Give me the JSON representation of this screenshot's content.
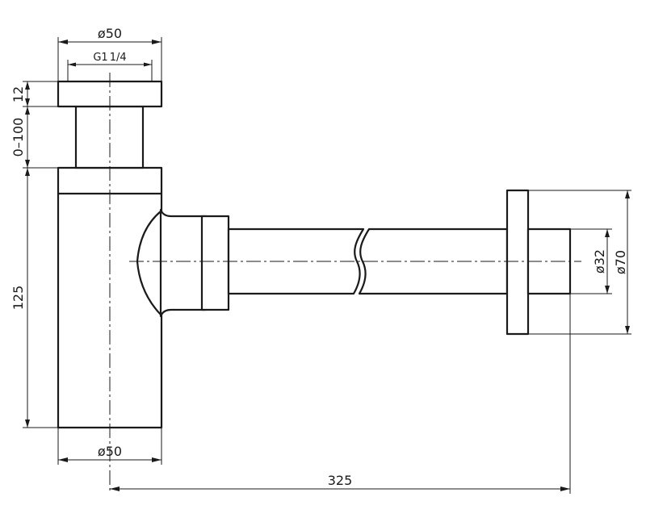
{
  "dimensions": {
    "top_diameter": "ø50",
    "thread": "G1",
    "thread_fraction": "1/4",
    "cap_height": "12",
    "extension_range": "0–100",
    "body_height": "125",
    "bottom_diameter": "ø50",
    "pipe_diameter": "ø32",
    "flange_diameter": "ø70",
    "total_length": "325"
  }
}
